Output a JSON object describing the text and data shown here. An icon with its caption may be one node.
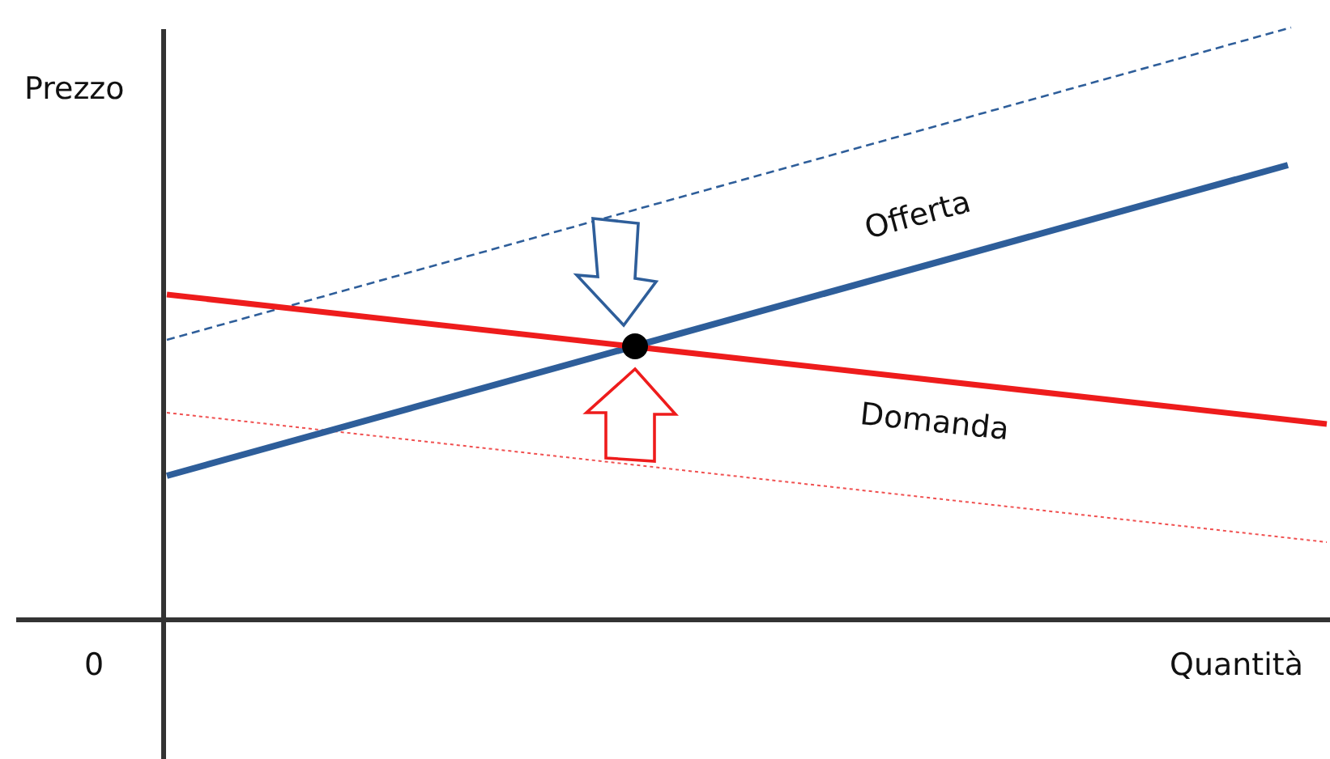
{
  "diagram": {
    "labels": [
      "Prezzo",
      "0",
      "Quantità",
      "Offerta",
      "Domanda"
    ]
  }
}
